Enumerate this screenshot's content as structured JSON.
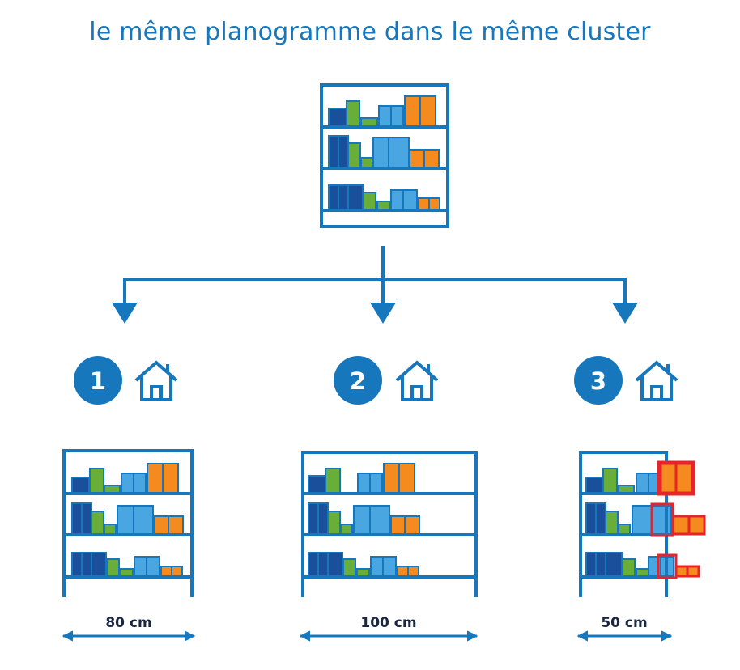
{
  "title": "le même planogramme dans le même cluster",
  "colors": {
    "frame": "#1777bd",
    "navy": "#1a4f9c",
    "green": "#6aae3a",
    "light_blue": "#4aa6e0",
    "orange": "#f58a1f",
    "overflow": "#e8232a"
  },
  "stores": [
    {
      "number": "1",
      "width_label": "80 cm"
    },
    {
      "number": "2",
      "width_label": "100 cm"
    },
    {
      "number": "3",
      "width_label": "50 cm"
    }
  ],
  "icons": [
    "house-icon",
    "arrow-down-icon",
    "shelf-icon",
    "double-arrow-icon"
  ]
}
